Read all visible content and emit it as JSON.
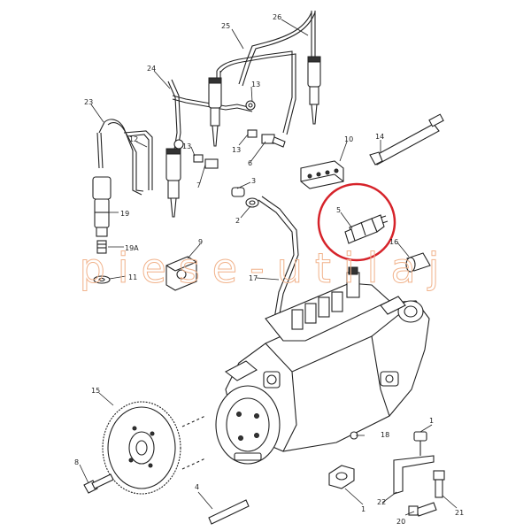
{
  "callouts": [
    {
      "id": "c1a",
      "text": "1"
    },
    {
      "id": "c1b",
      "text": "1"
    },
    {
      "id": "c2",
      "text": "2"
    },
    {
      "id": "c3",
      "text": "3"
    },
    {
      "id": "c4",
      "text": "4"
    },
    {
      "id": "c5",
      "text": "5"
    },
    {
      "id": "c6",
      "text": "6"
    },
    {
      "id": "c7",
      "text": "7"
    },
    {
      "id": "c8",
      "text": "8"
    },
    {
      "id": "c9",
      "text": "9"
    },
    {
      "id": "c10",
      "text": "10"
    },
    {
      "id": "c11",
      "text": "11"
    },
    {
      "id": "c12",
      "text": "12"
    },
    {
      "id": "c13a",
      "text": "13"
    },
    {
      "id": "c13b",
      "text": "13"
    },
    {
      "id": "c13c",
      "text": "13"
    },
    {
      "id": "c14",
      "text": "14"
    },
    {
      "id": "c15",
      "text": "15"
    },
    {
      "id": "c16",
      "text": "16"
    },
    {
      "id": "c17",
      "text": "17"
    },
    {
      "id": "c18",
      "text": "18"
    },
    {
      "id": "c19",
      "text": "19"
    },
    {
      "id": "c19a",
      "text": "19A"
    },
    {
      "id": "c20",
      "text": "20"
    },
    {
      "id": "c21",
      "text": "21"
    },
    {
      "id": "c22",
      "text": "22"
    },
    {
      "id": "c23",
      "text": "23"
    },
    {
      "id": "c24",
      "text": "24"
    },
    {
      "id": "c25",
      "text": "25"
    },
    {
      "id": "c26",
      "text": "26"
    }
  ],
  "watermark": "piese-utilaj",
  "highlight": {
    "part": "5",
    "color": "#d6232a"
  },
  "colors": {
    "line": "#222222",
    "watermark": "#f1b38c",
    "highlight": "#d6232a"
  }
}
